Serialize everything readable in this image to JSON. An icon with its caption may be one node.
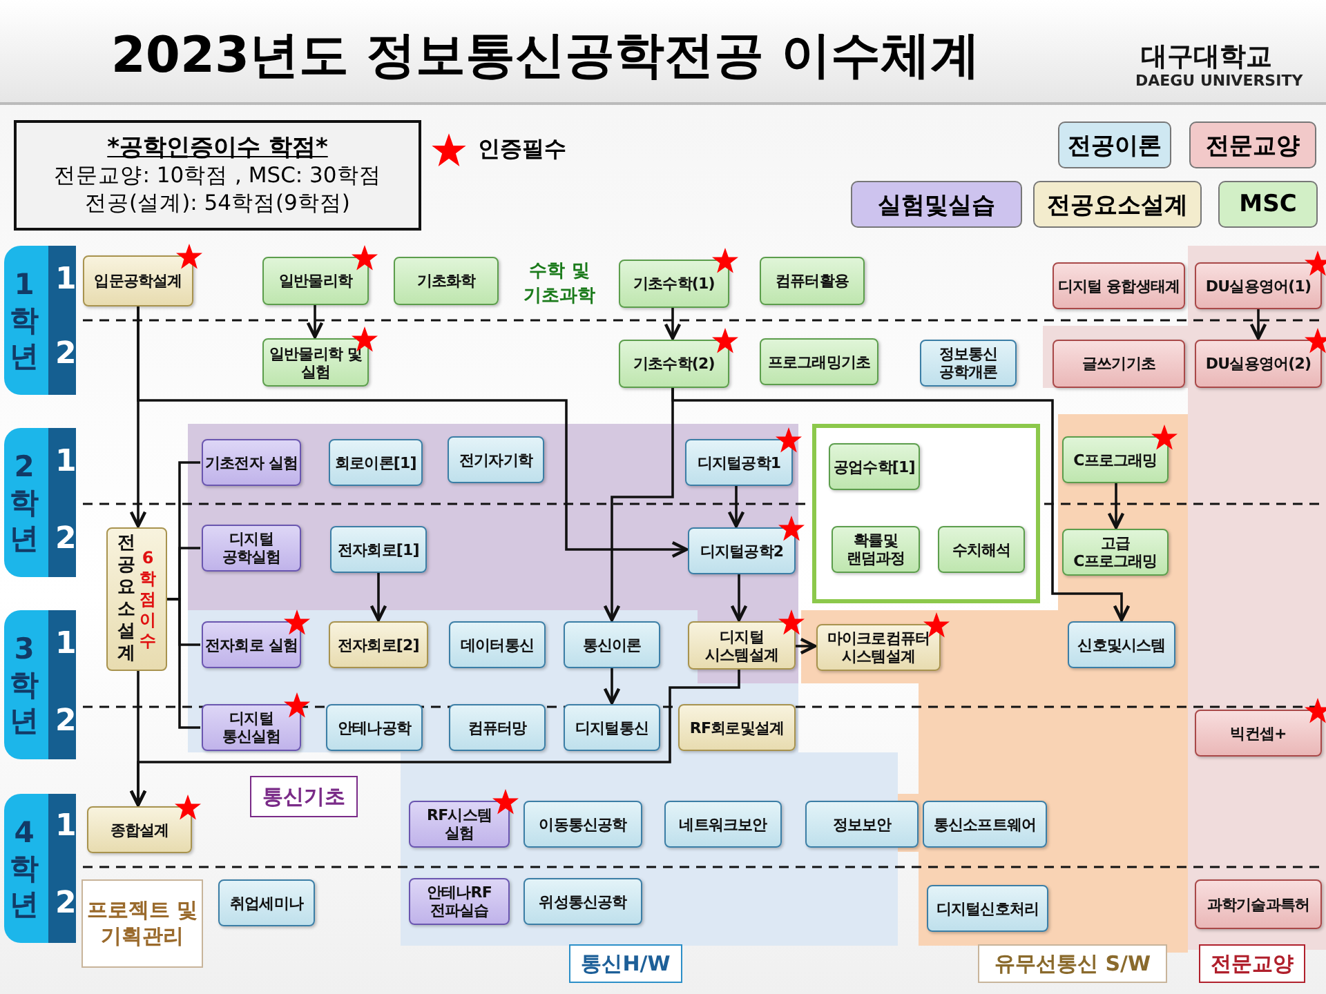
{
  "diagram": {
    "title": "2023년도 정보통신공학전공 이수체계",
    "nodes": [
      {
        "text": [
          "*공학인증이수 학점*",
          "전문교양: 10학점 , MSC: 30학점",
          "전공(설계): 54학점(9학점)"
        ]
      },
      {
        "text": [
          "1학년"
        ]
      },
      {
        "text": [
          "2학년"
        ]
      },
      {
        "text": [
          "3학년"
        ]
      },
      {
        "text": [
          "4학년"
        ]
      },
      {
        "text": [
          "입문공학설계"
        ]
      },
      {
        "text": [
          "일반물리학"
        ]
      },
      {
        "text": [
          "기초화학"
        ]
      },
      {
        "text": [
          "기초수학(1)"
        ]
      },
      {
        "text": [
          "컴퓨터활용"
        ]
      },
      {
        "text": [
          "디지털 융합생태계"
        ]
      },
      {
        "text": [
          "DU실용영어(1)"
        ]
      },
      {
        "text": [
          "일반물리학 및 실험"
        ]
      },
      {
        "text": [
          "기초수학(2)"
        ]
      },
      {
        "text": [
          "프로그래밍기초"
        ]
      },
      {
        "text": [
          "정보통신 공학개론"
        ]
      },
      {
        "text": [
          "글쓰기기초"
        ]
      },
      {
        "text": [
          "DU실용영어(2)"
        ]
      },
      {
        "text": [
          "기초전자 실험"
        ]
      },
      {
        "text": [
          "회로이론[1]"
        ]
      },
      {
        "text": [
          "전기자기학"
        ]
      },
      {
        "text": [
          "디지털공학1"
        ]
      },
      {
        "text": [],
        "shape": "box"
      },
      {
        "text": [
          "공업수학[1]"
        ],
        "in": 22
      },
      {
        "text": [
          "C프로그래밍"
        ]
      },
      {
        "text": [
          "전공요소설계",
          "6학점이수"
        ]
      },
      {
        "text": [
          "디지털 공학실험"
        ]
      },
      {
        "text": [
          "전자회로[1]"
        ]
      },
      {
        "text": [
          "디지털공학2"
        ]
      },
      {
        "text": [
          "확률및 랜덤과정"
        ],
        "in": 22
      },
      {
        "text": [
          "수치해석"
        ],
        "in": 22
      },
      {
        "text": [
          "고급 C프로그래밍"
        ]
      },
      {
        "text": [
          "전자회로 실험"
        ]
      },
      {
        "text": [
          "전자회로[2]"
        ]
      },
      {
        "text": [
          "데이터통신"
        ]
      },
      {
        "text": [
          "통신이론"
        ]
      },
      {
        "text": [
          "디지털 시스템설계"
        ]
      },
      {
        "text": [
          "마이크로컴퓨터 시스템설계"
        ]
      },
      {
        "text": [
          "신호및시스템"
        ]
      },
      {
        "text": [
          "디지털 통신실험"
        ]
      },
      {
        "text": [
          "안테나공학"
        ]
      },
      {
        "text": [
          "컴퓨터망"
        ]
      },
      {
        "text": [
          "디지털통신"
        ]
      },
      {
        "text": [
          "RF회로및설계"
        ]
      },
      {
        "text": [
          "빅컨셉+"
        ]
      },
      {
        "text": [
          "종합설계"
        ]
      },
      {
        "text": [
          "통신기초"
        ]
      },
      {
        "text": [
          "RF시스템 실험"
        ]
      },
      {
        "text": [
          "이동통신공학"
        ]
      },
      {
        "text": [
          "네트워크보안"
        ]
      },
      {
        "text": [
          "정보보안"
        ]
      },
      {
        "text": [
          "통신소프트웨어"
        ]
      },
      {
        "text": [
          "프로젝트 및 기획관리"
        ]
      },
      {
        "text": [
          "취업세미나"
        ]
      },
      {
        "text": [
          "안테나RF 전파실습"
        ]
      },
      {
        "text": [
          "위성통신공학"
        ]
      },
      {
        "text": [
          "디지털신호처리"
        ]
      },
      {
        "text": [
          "과학기술과특허"
        ]
      },
      {
        "text": [
          "통신H/W"
        ]
      },
      {
        "text": [
          "유무선통신 S/W"
        ]
      },
      {
        "text": [
          "전문교양"
        ]
      }
    ],
    "edges": [
      {
        "from": 5,
        "to": 25,
        "arrow": "to"
      },
      {
        "from": 25,
        "to": 45,
        "arrow": "to"
      },
      {
        "from": 25,
        "to": 18,
        "arrow": "none"
      },
      {
        "from": 25,
        "to": 26,
        "arrow": "none"
      },
      {
        "from": 25,
        "to": 32,
        "arrow": "none"
      },
      {
        "from": 25,
        "to": 39,
        "arrow": "none"
      },
      {
        "from": 6,
        "to": 12,
        "arrow": "to"
      },
      {
        "from": 8,
        "to": 13,
        "arrow": "to"
      },
      {
        "from": 11,
        "to": 17,
        "arrow": "to"
      },
      {
        "from": 24,
        "to": 31,
        "arrow": "to"
      },
      {
        "from": 27,
        "to": 33,
        "arrow": "to"
      },
      {
        "from": 35,
        "to": 42,
        "arrow": "to"
      },
      {
        "from": 21,
        "to": 28,
        "arrow": "to"
      },
      {
        "from": 28,
        "to": 36,
        "arrow": "to"
      },
      {
        "from": 36,
        "to": 37,
        "arrow": "to"
      },
      {
        "from": 5,
        "to": 28,
        "arrow": "to"
      },
      {
        "from": 13,
        "to": 35,
        "arrow": "to"
      },
      {
        "from": 13,
        "to": 38,
        "arrow": "to"
      },
      {
        "from": 36,
        "to": 45,
        "arrow": "to"
      }
    ],
    "labels": [
      "대구대학교",
      "DAEGU UNIVERSITY",
      "1",
      "수학 및 기초과학",
      "2",
      "1",
      "2",
      "1",
      "2",
      "1",
      "2"
    ],
    "legend": [
      {
        "text": "인증필수"
      },
      {
        "text": "전공이론",
        "color": "#cfe8f2"
      },
      {
        "text": "전문교양",
        "color": "#f2c9c9"
      },
      {
        "text": "실험및실습",
        "color": "#cdc3ee"
      },
      {
        "text": "전공요소설계",
        "color": "#f3eccd"
      },
      {
        "text": "MSC",
        "color": "#d2efc6"
      }
    ]
  }
}
